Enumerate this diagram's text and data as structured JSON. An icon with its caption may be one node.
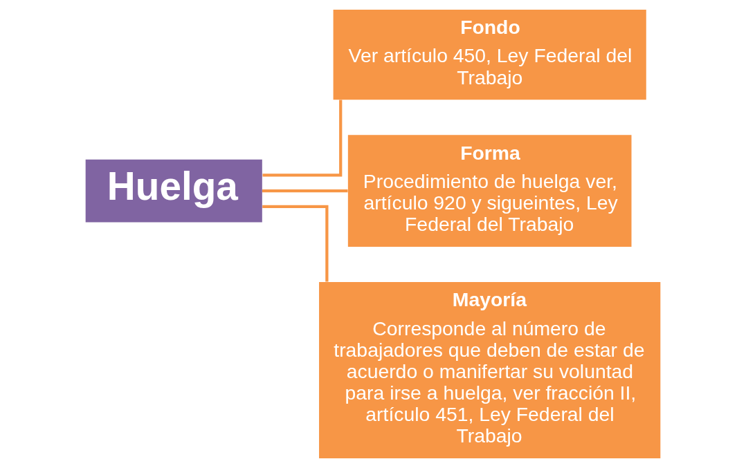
{
  "diagram": {
    "nodes": [
      {
        "text": [
          "Huelga"
        ]
      },
      {
        "text": [
          "Fondo",
          "Ver artículo 450, Ley Federal del Trabajo"
        ]
      },
      {
        "text": [
          "Forma",
          "Procedimiento de huelga ver, artículo 920 y sigueintes, Ley Federal del Trabajo"
        ]
      },
      {
        "text": [
          "Mayoría",
          "Corresponde al número de trabajadores que deben de estar de acuerdo o manifertar su voluntad para irse a huelga, ver fracción II, artículo 451, Ley Federal del Trabajo"
        ]
      }
    ],
    "edges": [
      {
        "from": 0,
        "to": 1,
        "arrow": "none"
      },
      {
        "from": 0,
        "to": 2,
        "arrow": "none"
      },
      {
        "from": 0,
        "to": 3,
        "arrow": "none"
      }
    ]
  }
}
